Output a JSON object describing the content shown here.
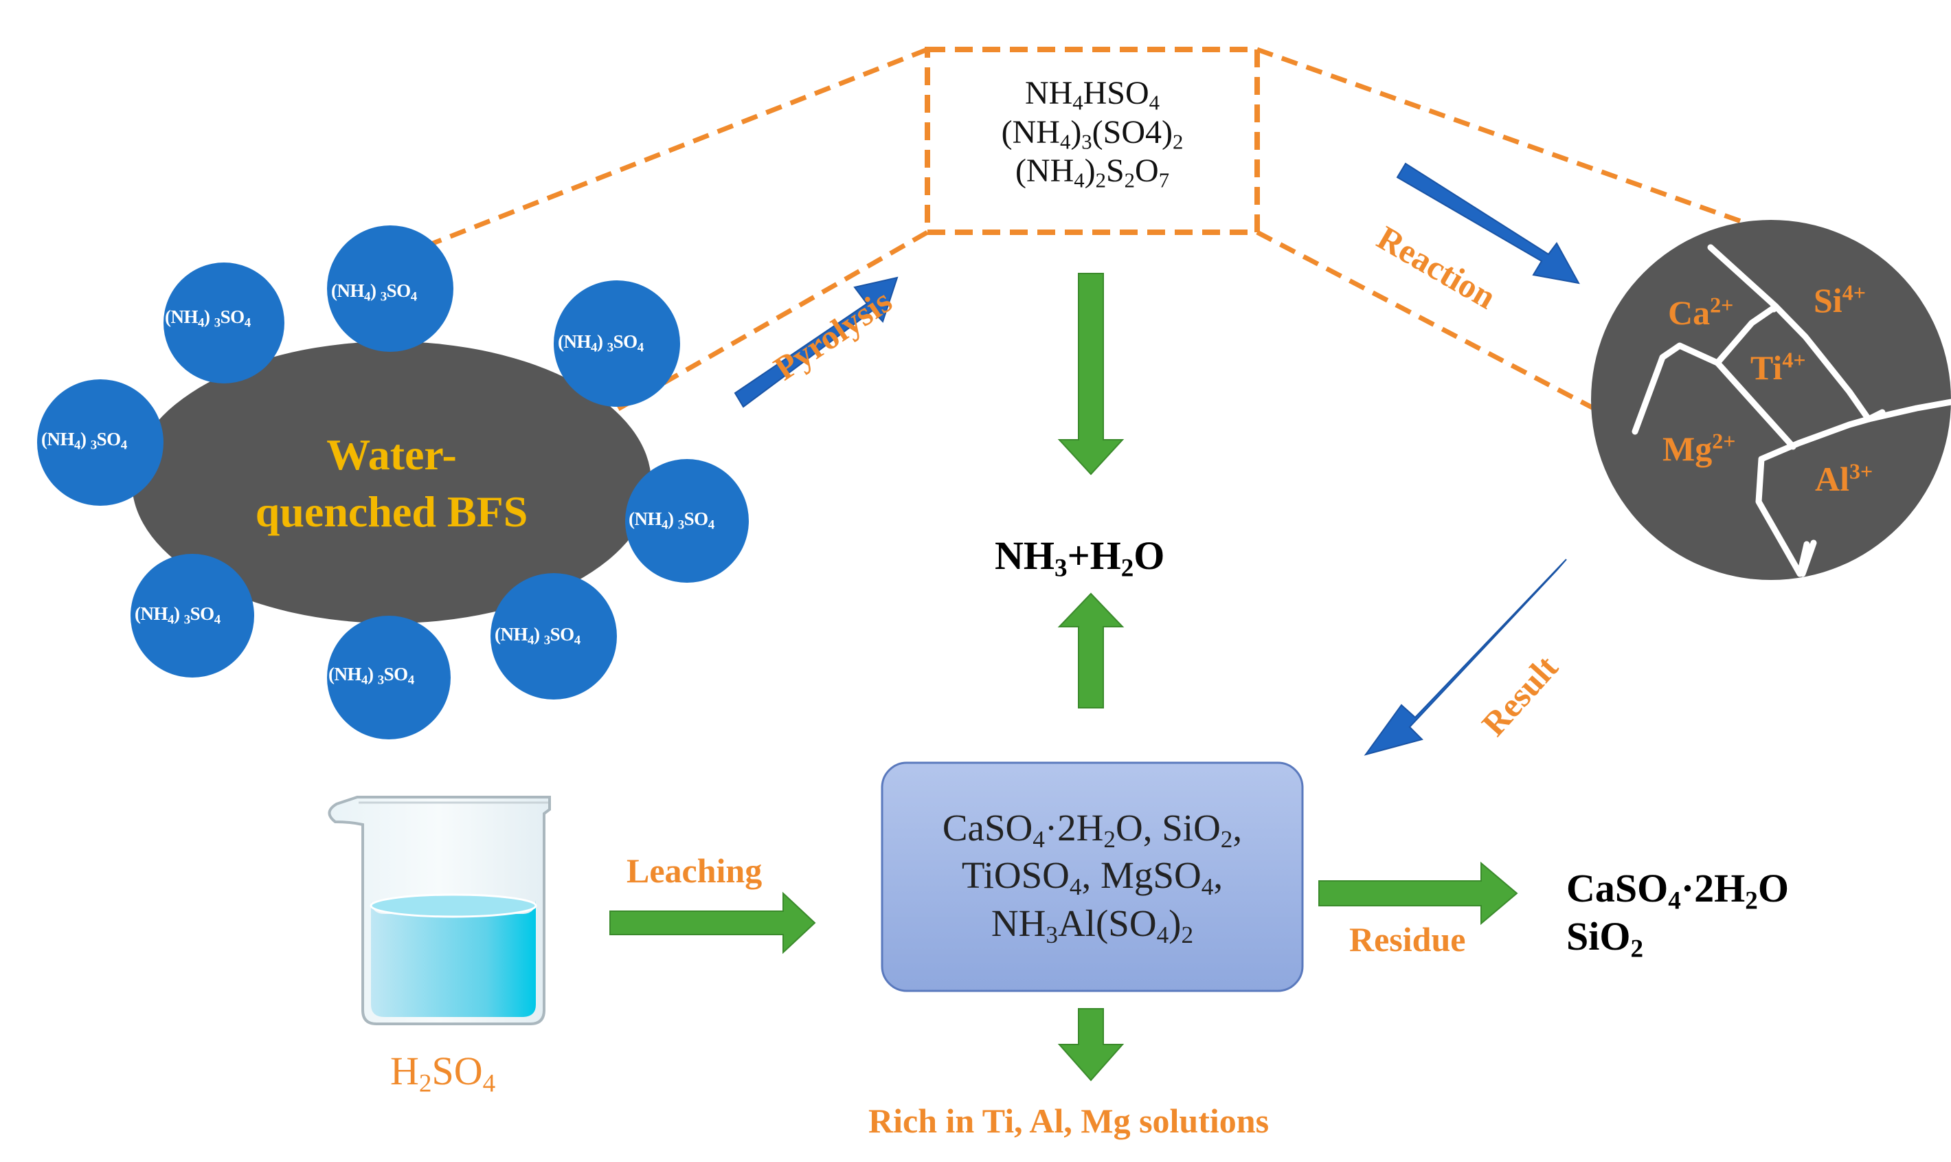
{
  "colors": {
    "orange": "#f08a2c",
    "slag_gray": "#575757",
    "blue_circle": "#1e73c8",
    "blue_arrow": "#1f66c2",
    "green_arrow": "#4aa738",
    "box_fill": "#a6bae6",
    "gold_text": "#f4b800"
  },
  "slag": {
    "line1": "Water-",
    "line2": "quenched BFS"
  },
  "salt_particles": [
    {
      "base": "(NH",
      "sub1": "4",
      "mid": ") ",
      "sub2": "3",
      "tail": "SO",
      "sub3": "4"
    },
    {
      "base": "(NH",
      "sub1": "4",
      "mid": ") ",
      "sub2": "3",
      "tail": "SO",
      "sub3": "4"
    },
    {
      "base": "(NH",
      "sub1": "4",
      "mid": ") ",
      "sub2": "3",
      "tail": "SO",
      "sub3": "4"
    },
    {
      "base": "(NH",
      "sub1": "4",
      "mid": ") ",
      "sub2": "3",
      "tail": "SO",
      "sub3": "4"
    },
    {
      "base": "(NH",
      "sub1": "4",
      "mid": ") ",
      "sub2": "3",
      "tail": "SO",
      "sub3": "4"
    },
    {
      "base": "(NH",
      "sub1": "4",
      "mid": ") ",
      "sub2": "3",
      "tail": "SO",
      "sub3": "4"
    },
    {
      "base": "(NH",
      "sub1": "4",
      "mid": ") ",
      "sub2": "3",
      "tail": "SO",
      "sub3": "4"
    },
    {
      "base": "(NH",
      "sub1": "4",
      "mid": ") ",
      "sub2": "3",
      "tail": "SO",
      "sub3": "4"
    }
  ],
  "labels": {
    "pyrolysis": "Pyrolysis",
    "reaction": "Reaction",
    "result": "Result",
    "leaching": "Leaching",
    "residue": "Residue",
    "solutions": "Rich in Ti, Al, Mg solutions"
  },
  "pyrolysis_products": {
    "line1": {
      "a": "NH",
      "s1": "4",
      "b": "HSO",
      "s2": "4"
    },
    "line2": {
      "a": "(NH",
      "s1": "4",
      "b": ")",
      "s2": "3",
      "c": "(SO4)",
      "s3": "2"
    },
    "line3": {
      "a": "(NH",
      "s1": "4",
      "b": ")",
      "s2": "2",
      "c": "S",
      "s3": "2",
      "d": "O",
      "s4": "7"
    }
  },
  "gas": {
    "a": "NH",
    "s1": "3",
    "b": "+H",
    "s2": "2",
    "c": "O"
  },
  "ions": {
    "ca": {
      "el": "Ca",
      "charge": "2+"
    },
    "si": {
      "el": "Si",
      "charge": "4+"
    },
    "ti": {
      "el": "Ti",
      "charge": "4+"
    },
    "mg": {
      "el": "Mg",
      "charge": "2+"
    },
    "al": {
      "el": "Al",
      "charge": "3+"
    }
  },
  "leach_products": {
    "line1": {
      "a": "CaSO",
      "s1": "4",
      "b": "·2H",
      "s2": "2",
      "c": "O, SiO",
      "s3": "2",
      "d": ","
    },
    "line2": {
      "a": "TiOSO",
      "s1": "4",
      "b": ", MgSO",
      "s2": "4",
      "c": ","
    },
    "line3": {
      "a": "NH",
      "s1": "3",
      "b": "Al(SO",
      "s2": "4",
      "c": ")",
      "s3": "2"
    }
  },
  "acid": {
    "a": "H",
    "s1": "2",
    "b": "SO",
    "s2": "4"
  },
  "residue_products": {
    "line1": {
      "a": "CaSO",
      "s1": "4",
      "b": "·2H",
      "s2": "2",
      "c": "O"
    },
    "line2": {
      "a": "SiO",
      "s1": "2"
    }
  }
}
